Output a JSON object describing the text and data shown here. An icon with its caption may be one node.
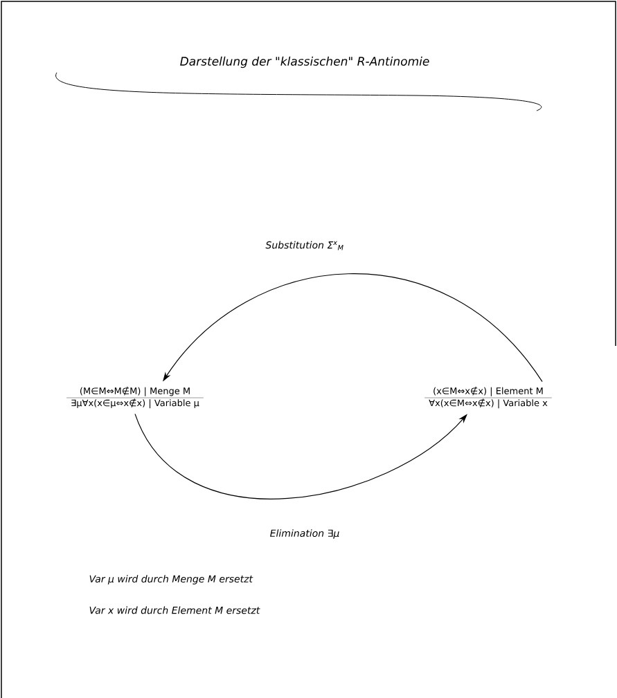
{
  "diagram": {
    "title": "Darstellung der \"klassischen\" R-Antinomie",
    "nodes": [
      {
        "text": [
          "(M∈M⇔M∉M) | Menge M",
          "∃μ∀x(x∈μ⇔x∉x) | Variable μ"
        ]
      },
      {
        "text": [
          "(x∈M⇔x∉x) | Element M",
          "∀x(x∈M⇔x∉x) | Variable x"
        ]
      }
    ],
    "edges": [
      {
        "from": 1,
        "to": 0,
        "arrow": "to",
        "label": "Substitution Σ$^{x}$$_{M}$"
      },
      {
        "from": 0,
        "to": 1,
        "arrow": "to",
        "label": "Elimination ∃μ"
      }
    ],
    "labels": [
      "Var μ wird durch Menge M ersetzt",
      "Var x wird durch Element M ersetzt"
    ]
  }
}
